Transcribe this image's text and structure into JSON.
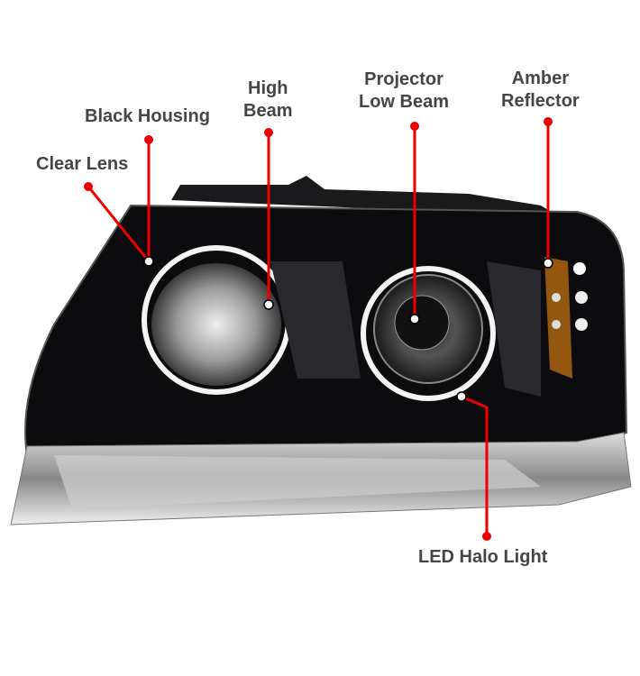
{
  "callouts": {
    "clear_lens": "Clear Lens",
    "black_housing": "Black Housing",
    "high_beam": [
      "High",
      "Beam"
    ],
    "projector_low_beam": [
      "Projector",
      "Low Beam"
    ],
    "amber_reflector": [
      "Amber",
      "Reflector"
    ],
    "led_halo_light": "LED Halo Light"
  },
  "colors": {
    "callout_line": "#ee0000",
    "label_text": "#454545",
    "housing": "#0c0c0e"
  }
}
